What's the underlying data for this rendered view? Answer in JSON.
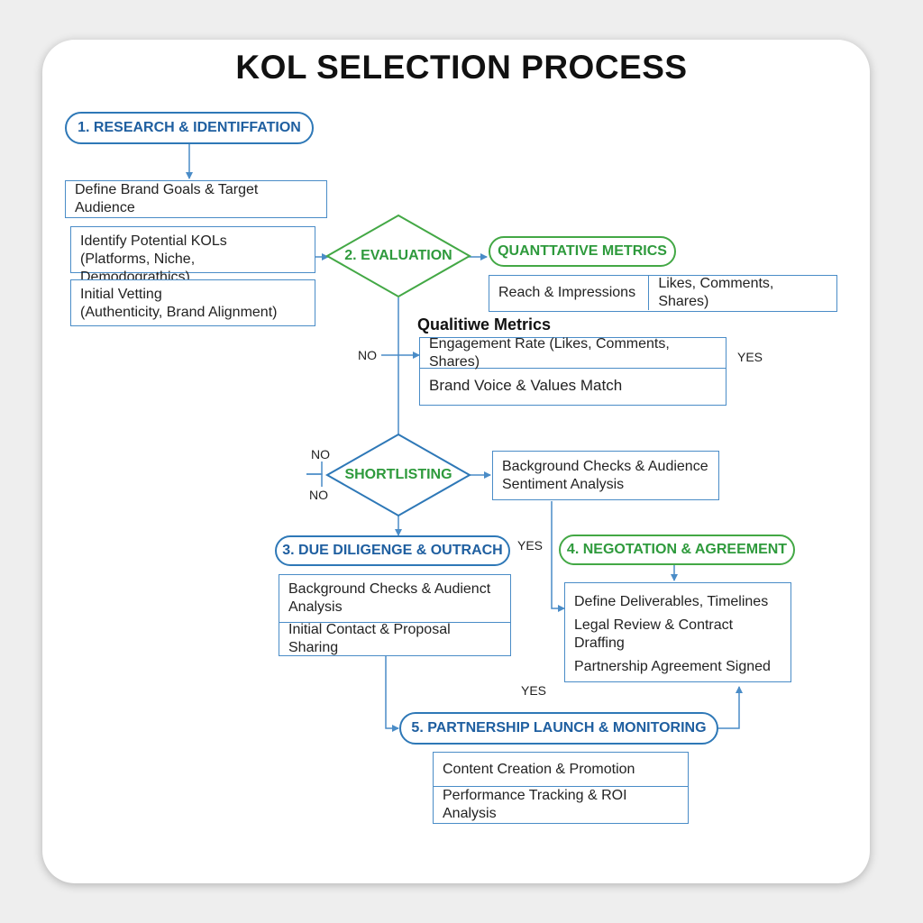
{
  "title": "KOL SELECTION PROCESS",
  "colors": {
    "blue": "#2e78b7",
    "green": "#43a845",
    "line": "#4a8cc7"
  },
  "step1": {
    "label": "1. RESEARCH & IDENTIFFATION",
    "box_a": "Define Brand Goals & Target Audience",
    "box_b": [
      "Identify Potential KOLs",
      "(Platforms, Niche, Demodograthics)"
    ],
    "box_c": [
      "Initial Vetting",
      "(Authenticity, Brand Alignment)"
    ]
  },
  "evaluation": {
    "label": "2. EVALUATION"
  },
  "quant": {
    "label": "QUANTTATIVE METRICS",
    "cells": [
      "Reach & Impressions",
      "Likes, Comments, Shares)"
    ]
  },
  "qual": {
    "heading": "Qualitiwe Metrics",
    "rows": [
      "Engagement Rate (Likes, Comments, Shares)",
      "Brand Voice & Values Match"
    ]
  },
  "shortlisting": {
    "label": "SHORTLISTING"
  },
  "background_box": [
    "Background Checks & Audience",
    "Sentiment Analysis"
  ],
  "step3": {
    "label": "3. DUE DILIGENGE & OUTRACH",
    "rows": [
      [
        "Background Checks & Audienct",
        "Analysis"
      ],
      [
        "Initial Contact & Proposal Sharing"
      ]
    ]
  },
  "step4": {
    "label": "4. NEGOTATION & AGREEMENT",
    "rows": [
      "Define Deliverables, Timelines",
      "Legal Review & Contract Draffing",
      "Partnership Agreement Signed"
    ]
  },
  "step5": {
    "label": "5. PARTNERSHIP LAUNCH & MONITORING",
    "rows": [
      "Content Creation & Promotion",
      "Performance Tracking & ROI Analysis"
    ]
  },
  "labels": {
    "no": "NO",
    "yes": "YES"
  }
}
